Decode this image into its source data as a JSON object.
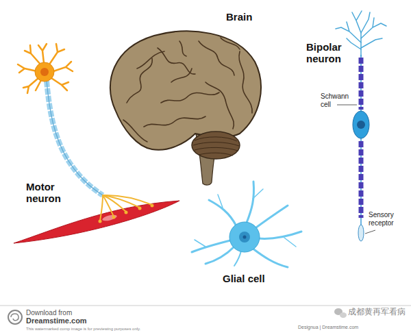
{
  "diagram": {
    "labels": [
      "Brain",
      "Bipolar neuron",
      "Schwann cell",
      "Sensory receptor",
      "Motor neuron",
      "Glial cell",
      "Download from",
      "Dreamstime.com",
      "This watermarked comp image is for previewing purposes only.",
      "Designua | Dreamstime.com",
      "成都黄再军看病"
    ]
  }
}
